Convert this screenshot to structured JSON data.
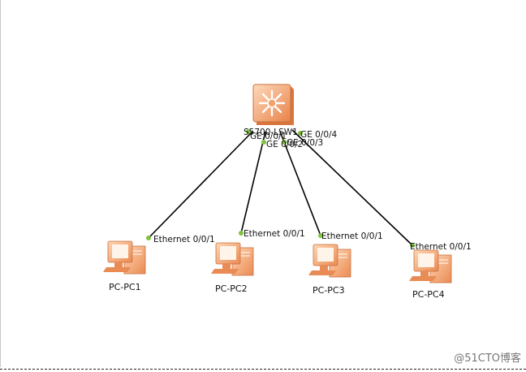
{
  "diagram": {
    "switch": {
      "name": "S5700-LSW1",
      "icon": "switch-icon"
    },
    "pcs": [
      {
        "name": "PC-PC1",
        "icon": "pc-icon",
        "port": "Ethernet 0/0/1"
      },
      {
        "name": "PC-PC2",
        "icon": "pc-icon",
        "port": "Ethernet 0/0/1"
      },
      {
        "name": "PC-PC3",
        "icon": "pc-icon",
        "port": "Ethernet 0/0/1"
      },
      {
        "name": "PC-PC4",
        "icon": "pc-icon",
        "port": "Ethernet 0/0/1"
      }
    ],
    "switch_ports": [
      "GE 0/0/1",
      "GE 0/0/2",
      "GE 0/0/3",
      "GE 0/0/4"
    ],
    "link_color": "#000000",
    "port_dot_color": "#7ec240",
    "device_color": "#f0a46c"
  },
  "watermark": "@51CTO博客"
}
